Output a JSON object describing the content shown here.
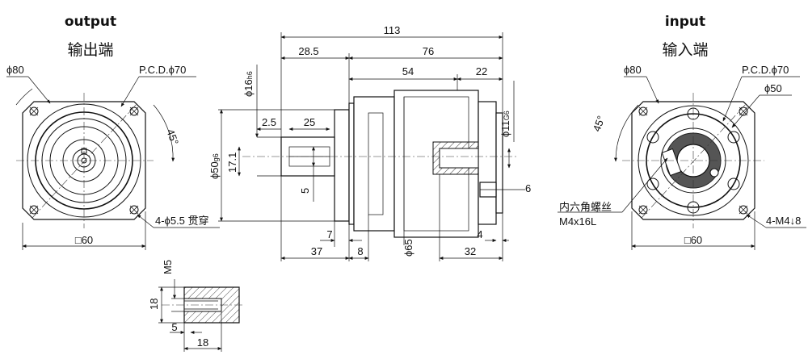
{
  "output_view": {
    "title_en": "output",
    "title_cn": "输出端",
    "dia_80": "ϕ80",
    "pcd": "P.C.D.ϕ70",
    "angle": "45°",
    "holes": "4-ϕ5.5 贯穿",
    "square": "□60"
  },
  "side_view": {
    "d113": "113",
    "d28_5": "28.5",
    "d76": "76",
    "d54": "54",
    "d22": "22",
    "d16h6": "ϕ16",
    "d16h6_tol": "h6",
    "d2_5": "2.5",
    "d25": "25",
    "d50g6": "ϕ50",
    "d50g6_tol": "g6",
    "d17_1": "17.1",
    "d5": "5",
    "d11g6": "ϕ11",
    "d11g6_tol": "G6",
    "d6": "6",
    "d7": "7",
    "d65": "ϕ65",
    "d4": "4",
    "d37": "37",
    "d8": "8",
    "d32": "32"
  },
  "thread_detail": {
    "m5": "M5",
    "d18v": "18",
    "d5": "5",
    "d18h": "18"
  },
  "input_view": {
    "title_en": "input",
    "title_cn": "输入端",
    "dia_80": "ϕ80",
    "pcd": "P.C.D.ϕ70",
    "dia_50": "ϕ50",
    "angle": "45°",
    "screw_cn": "内六角螺丝",
    "screw_spec": "M4x16L",
    "holes": "4-M4↓8",
    "square": "□60"
  }
}
